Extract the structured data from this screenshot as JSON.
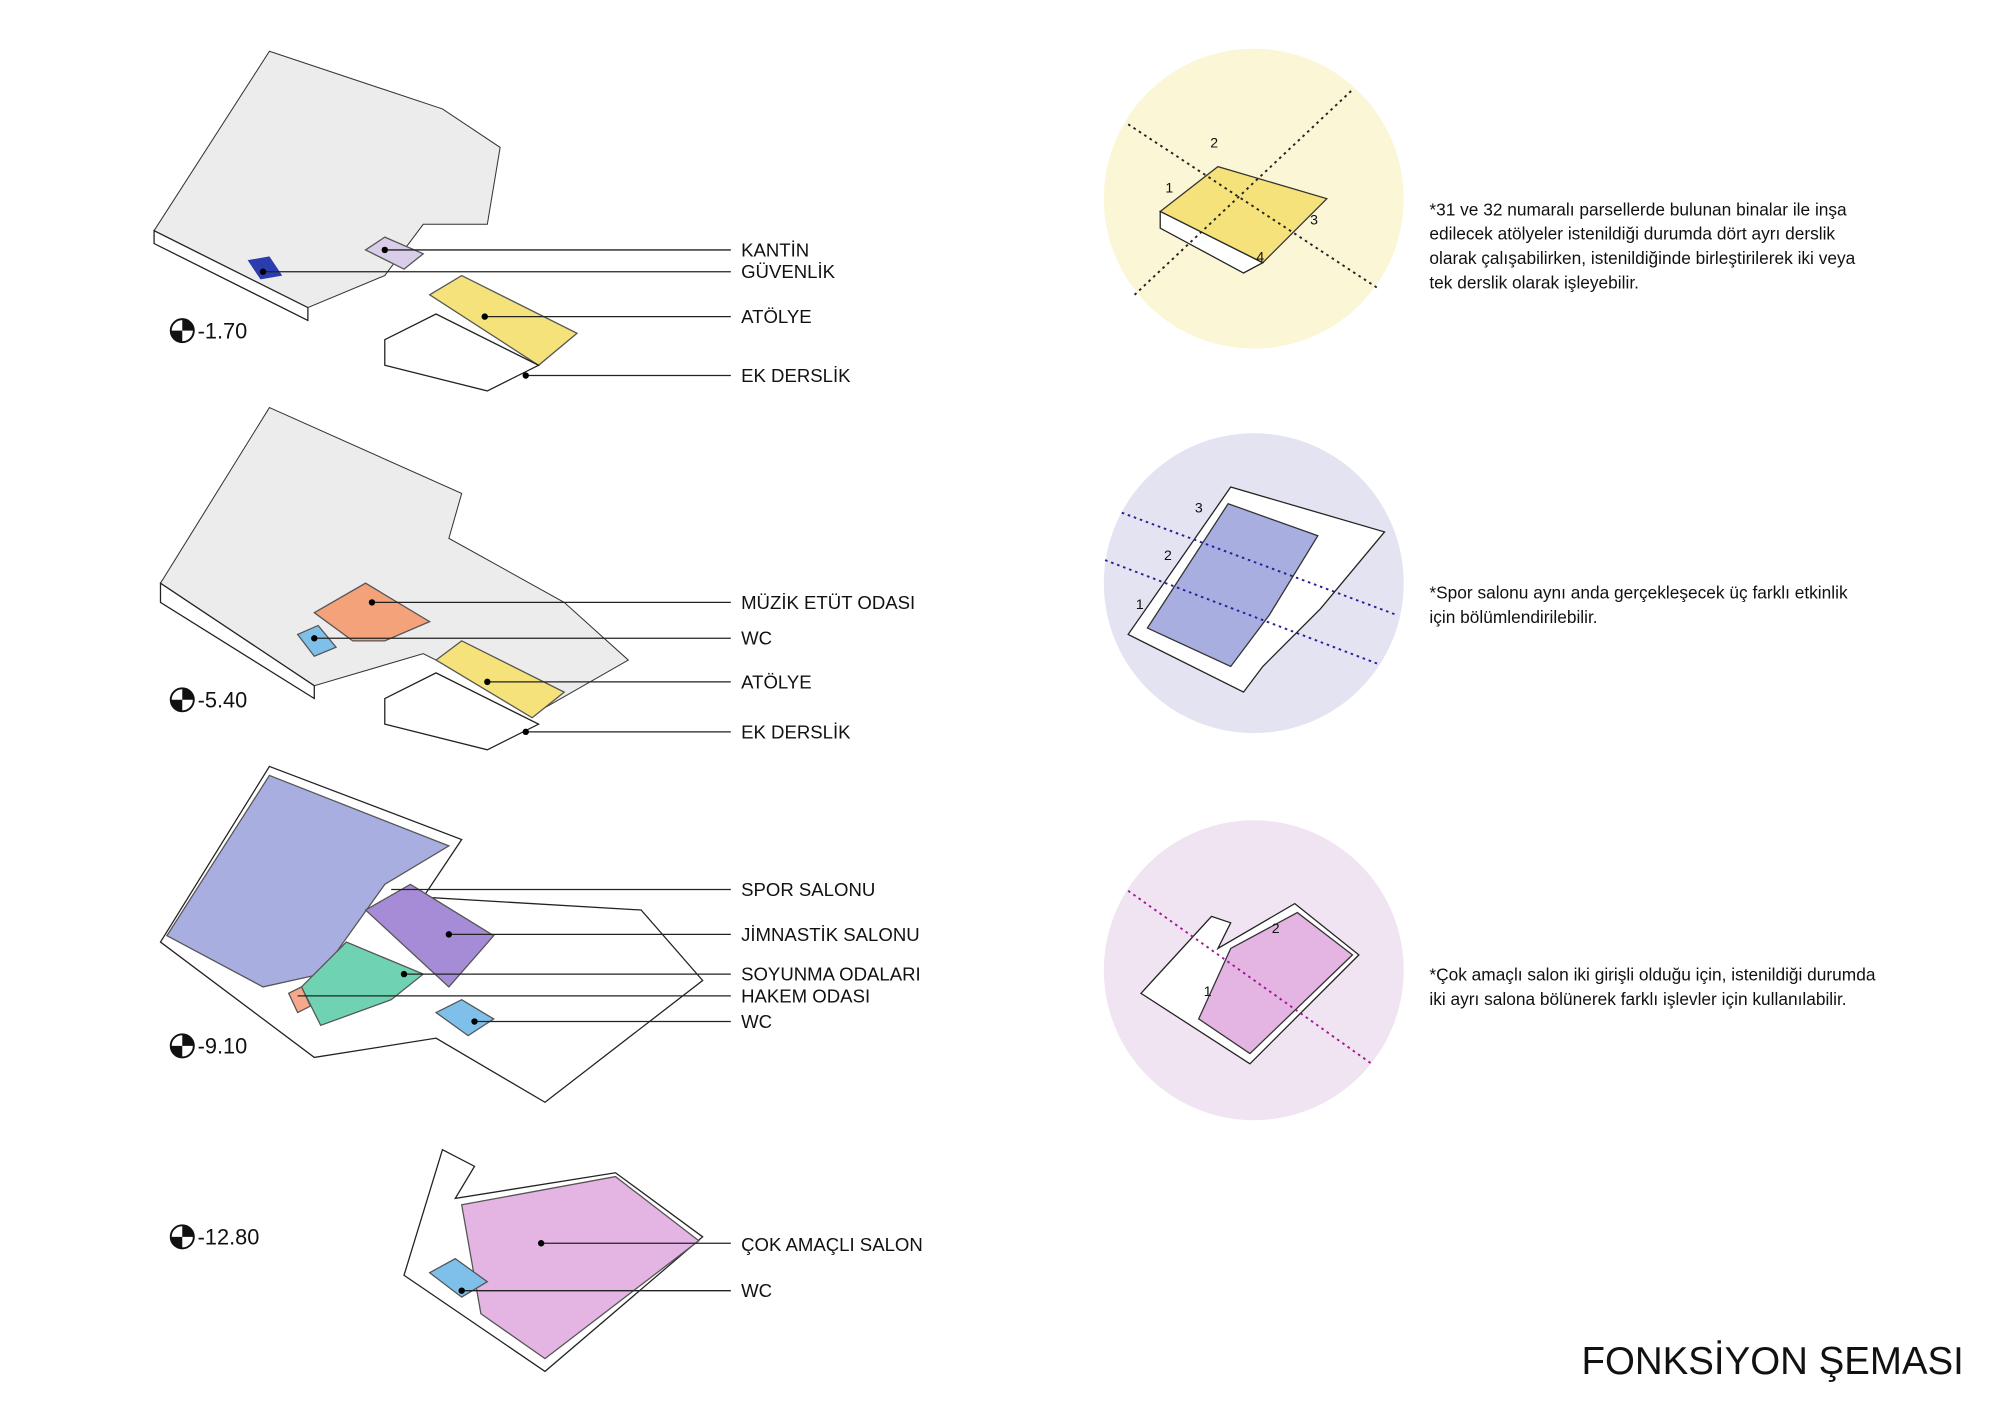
{
  "title": "FONKSİYON ŞEMASI",
  "levels": [
    {
      "elevation": "-1.70",
      "labels": [
        "KANTİN",
        "GÜVENLİK",
        "ATÖLYE",
        "EK DERSLİK"
      ]
    },
    {
      "elevation": "-5.40",
      "labels": [
        "MÜZİK ETÜT ODASI",
        "WC",
        "ATÖLYE",
        "EK DERSLİK"
      ]
    },
    {
      "elevation": "-9.10",
      "labels": [
        "SPOR SALONU",
        "JİMNASTİK SALONU",
        "SOYUNMA ODALARI",
        "HAKEM ODASI",
        "WC"
      ]
    },
    {
      "elevation": "-12.80",
      "labels": [
        "ÇOK AMAÇLI SALON",
        "WC"
      ]
    }
  ],
  "notes": [
    {
      "lines": [
        "*31 ve 32 numaralı parsellerde bulunan binalar ile inşa",
        "edilecek atölyeler istenildiği durumda dört ayrı derslik",
        "olarak çalışabilirken, istenildiğinde birleştirilerek iki veya",
        "tek derslik olarak işleyebilir."
      ],
      "numbers": [
        "1",
        "2",
        "3",
        "4"
      ],
      "color": "#fbf6d6"
    },
    {
      "lines": [
        "*Spor salonu aynı anda gerçekleşecek üç farklı etkinlik",
        "için bölümlendirilebilir."
      ],
      "numbers": [
        "1",
        "2",
        "3"
      ],
      "color": "#e3e3f1"
    },
    {
      "lines": [
        "*Çok amaçlı salon iki girişli olduğu için, istenildiği durumda",
        "iki ayrı salona bölünerek farklı işlevler için kullanılabilir."
      ],
      "numbers": [
        "1",
        "2"
      ],
      "color": "#f1e4f2"
    }
  ],
  "colors": {
    "atolye": "#f5e27a",
    "kantin": "#d9cdea",
    "guvenlik": "#2b3cae",
    "muzik": "#f3a27a",
    "wc": "#7fc0ea",
    "spor": "#a9aee0",
    "jimnastik": "#a68bd6",
    "soyunma": "#6fd3b3",
    "hakem": "#f6a98a",
    "cok_amacli": "#e4b4e2"
  }
}
